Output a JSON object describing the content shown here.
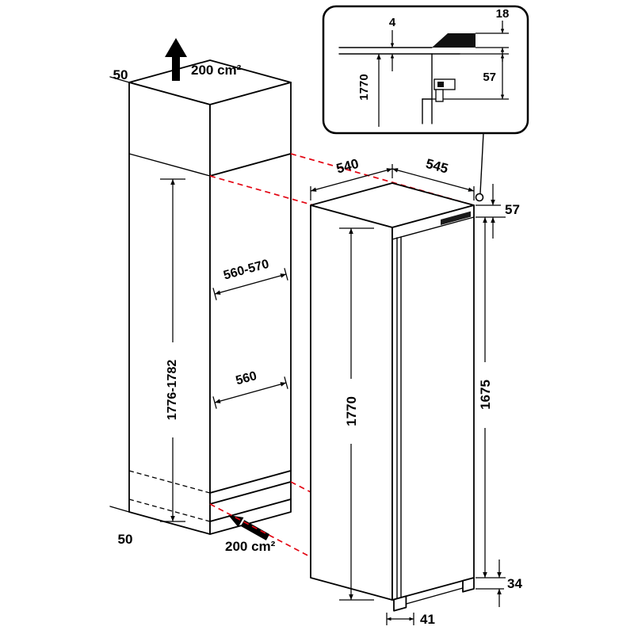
{
  "figure": {
    "red": "#e30613",
    "line": "#000000",
    "niche_fill": "#b3b3b3",
    "floor_fill": "#e2e2e2"
  },
  "inset": {
    "dim_gap": "4",
    "dim_panel": "18",
    "dim_height": "1770",
    "dim_top_offset": "57"
  },
  "niche": {
    "dim_top_clearance": "50",
    "vent_top": "200 cm²",
    "dim_width": "560-570",
    "dim_depth": "560",
    "dim_height": "1776-1782",
    "dim_bottom_clearance": "50",
    "vent_bottom": "200 cm²"
  },
  "appliance": {
    "dim_depth": "540",
    "dim_width": "545",
    "dim_top_offset": "57",
    "dim_height": "1770",
    "dim_door_height": "1675",
    "dim_plinth": "34",
    "dim_foot": "41"
  }
}
